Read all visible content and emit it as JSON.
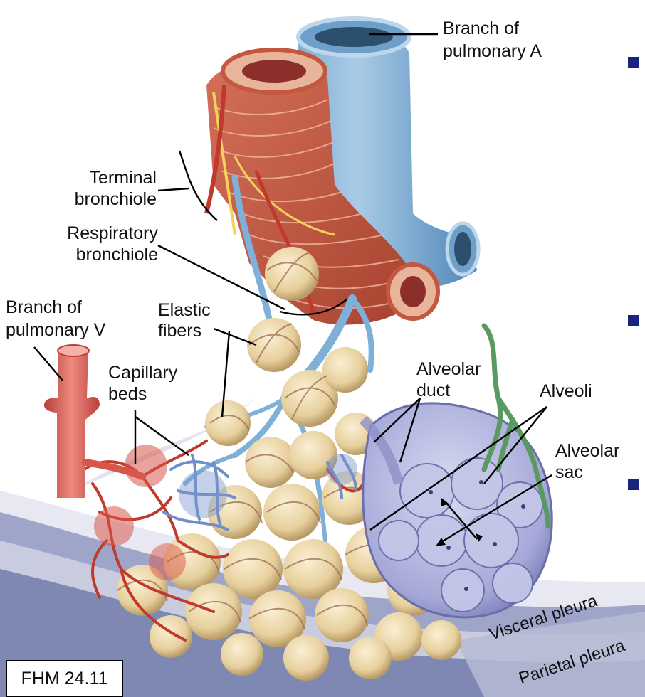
{
  "figure_tag": "FHM 24.11",
  "labels": {
    "pulmonary_a": [
      "Branch of",
      "pulmonary A"
    ],
    "terminal_bronchiole": [
      "Terminal",
      "bronchiole"
    ],
    "respiratory_bronchiole": [
      "Respiratory",
      "bronchiole"
    ],
    "pulmonary_v": [
      "Branch of",
      "pulmonary V"
    ],
    "elastic_fibers": [
      "Elastic",
      "fibers"
    ],
    "capillary_beds": [
      "Capillary",
      "beds"
    ],
    "alveolar_duct": [
      "Alveolar",
      "duct"
    ],
    "alveoli": "Alveoli",
    "alveolar_sac": [
      "Alveolar",
      "sac"
    ],
    "visceral_pleura": "Visceral pleura",
    "parietal_pleura": "Parietal pleura"
  },
  "colors": {
    "artery_blue": "#86b4d8",
    "vein_red": "#d9574a",
    "bronchiole_muscle": "#c4573f",
    "alveolus_tan": "#e9d3a3",
    "alveolar_sac_purple": "#a5a8d8",
    "pleura_gray": "#8a92b8",
    "bullet_navy": "#1a237e"
  }
}
